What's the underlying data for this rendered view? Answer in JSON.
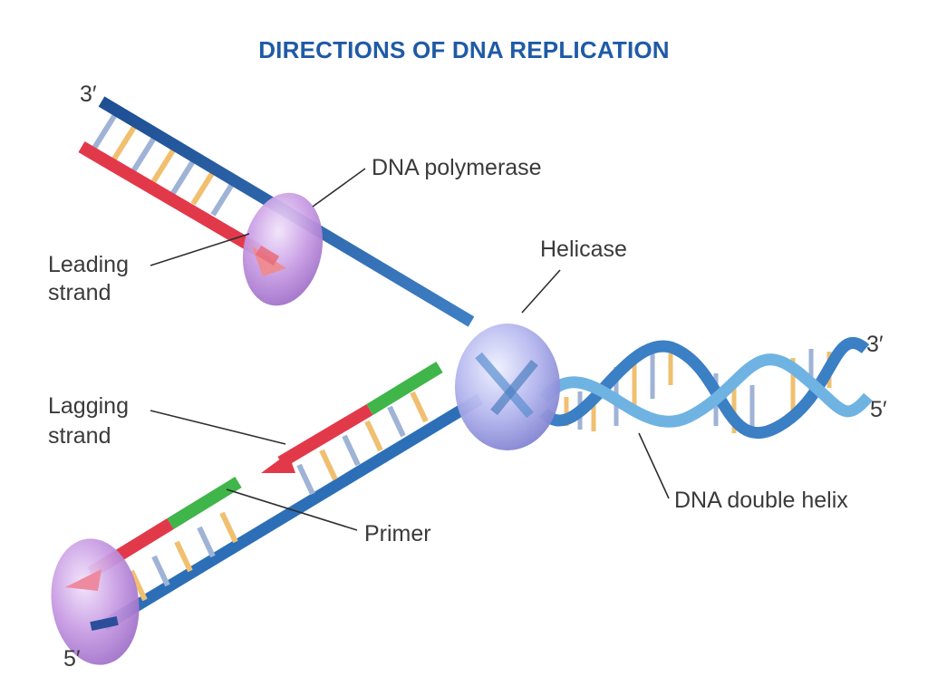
{
  "title": "DIRECTIONS OF DNA REPLICATION",
  "labels": {
    "top_left_end": "3′",
    "bottom_left_end": "5′",
    "helix_top_end": "3′",
    "helix_bottom_end": "5′",
    "dna_polymerase": "DNA polymerase",
    "helicase": "Helicase",
    "leading_strand_line1": "Leading",
    "leading_strand_line2": "strand",
    "lagging_strand_line1": "Lagging",
    "lagging_strand_line2": "strand",
    "primer": "Primer",
    "dna_double_helix": "DNA double helix"
  },
  "colors": {
    "title": "#1f5aa6",
    "template_strand_dark": "#2b5aa0",
    "template_strand_light": "#5aa0d6",
    "new_strand": "#e2394a",
    "primer": "#3fb54a",
    "polymerase": "#b58ad6",
    "helicase": "#9a9ae0",
    "base_pairs": [
      "#f0c070",
      "#9fb3d6"
    ]
  }
}
